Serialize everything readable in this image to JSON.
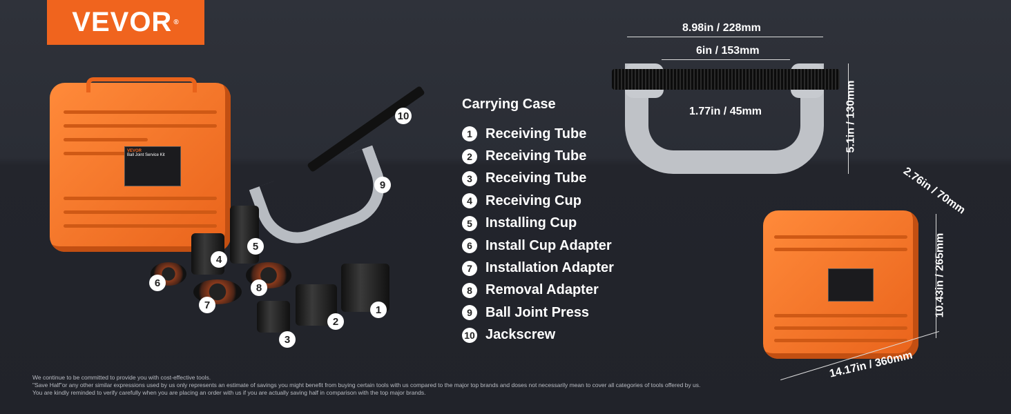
{
  "brand": {
    "name": "VEVOR",
    "mark": "®"
  },
  "case_plate": {
    "brand": "VEVOR",
    "title": "Ball Joint Service Kit"
  },
  "legend": {
    "title": "Carrying Case",
    "items": [
      {
        "num": "1",
        "label": "Receiving Tube"
      },
      {
        "num": "2",
        "label": "Receiving Tube"
      },
      {
        "num": "3",
        "label": "Receiving Tube"
      },
      {
        "num": "4",
        "label": "Receiving Cup"
      },
      {
        "num": "5",
        "label": "Installing Cup"
      },
      {
        "num": "6",
        "label": "Install Cup Adapter"
      },
      {
        "num": "7",
        "label": "Installation Adapter"
      },
      {
        "num": "8",
        "label": "Removal Adapter"
      },
      {
        "num": "9",
        "label": "Ball Joint Press"
      },
      {
        "num": "10",
        "label": "Jackscrew"
      }
    ]
  },
  "press_dimensions": {
    "overall_width": "8.98in / 228mm",
    "inner_width": "6in / 153mm",
    "throat": "1.77in / 45mm",
    "height": "5.1in / 130mm"
  },
  "case_dimensions": {
    "depth": "2.76in / 70mm",
    "height": "10.43in / 265mm",
    "width": "14.17in / 360mm"
  },
  "footer": [
    "We continue to be committed to provide you with cost-effective tools.",
    "\"Save Half\"or any other similar expressions used by us only represents an estimate of savings you might benefit from buying certain tools with us compared to the major top brands and doses not necessarily mean to cover all categories of tools offered by us.",
    "You are kindly reminded to verify carefully when you are placing an order with us if you are actually saving half in comparison with the top major brands."
  ]
}
